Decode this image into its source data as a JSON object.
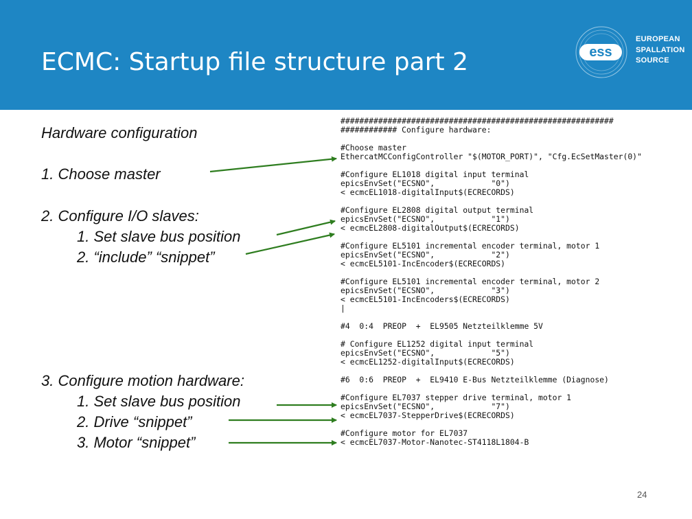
{
  "slide": {
    "title": "ECMC: Startup file structure part 2",
    "page_number": "24"
  },
  "logo": {
    "mark": "ess",
    "lines": [
      "EUROPEAN",
      "SPALLATION",
      "SOURCE"
    ]
  },
  "left": {
    "heading": "Hardware configuration",
    "items": [
      "1.  Choose master",
      "2.  Configure I/O slaves:",
      "1.  Set slave bus position",
      "2.  “include” “snippet”",
      "3.  Configure motion hardware:",
      "1.  Set slave bus position",
      "2.  Drive “snippet”",
      "3.  Motor “snippet”"
    ]
  },
  "code": {
    "lines": [
      "##########################################################",
      "############ Configure hardware:",
      "",
      "#Choose master",
      "EthercatMCConfigController \"$(MOTOR_PORT)\", \"Cfg.EcSetMaster(0)\"",
      "",
      "#Configure EL1018 digital input terminal",
      "epicsEnvSet(\"ECSNO\",            \"0\")",
      "< ecmcEL1018-digitalInput$(ECRECORDS)",
      "",
      "#Configure EL2808 digital output terminal",
      "epicsEnvSet(\"ECSNO\",            \"1\")",
      "< ecmcEL2808-digitalOutput$(ECRECORDS)",
      "",
      "#Configure EL5101 incremental encoder terminal, motor 1",
      "epicsEnvSet(\"ECSNO\",            \"2\")",
      "< ecmcEL5101-IncEncoder$(ECRECORDS)",
      "",
      "#Configure EL5101 incremental encoder terminal, motor 2",
      "epicsEnvSet(\"ECSNO\",            \"3\")",
      "< ecmcEL5101-IncEncoders$(ECRECORDS)",
      "|",
      "",
      "#4  0:4  PREOP  +  EL9505 Netzteilklemme 5V",
      "",
      "# Configure EL1252 digital input terminal",
      "epicsEnvSet(\"ECSNO\",            \"5\")",
      "< ecmcEL1252-digitalInput$(ECRECORDS)",
      "",
      "#6  0:6  PREOP  +  EL9410 E-Bus Netzteilklemme (Diagnose)",
      "",
      "#Configure EL7037 stepper drive terminal, motor 1",
      "epicsEnvSet(\"ECSNO\",            \"7\")",
      "< ecmcEL7037-StepperDrive$(ECRECORDS)",
      "",
      "#Configure motor for EL7037",
      "< ecmcEL7037-Motor-Nanotec-ST4118L1804-B"
    ]
  },
  "colors": {
    "header": "#1e86c4",
    "arrow": "#2e7d1f"
  }
}
